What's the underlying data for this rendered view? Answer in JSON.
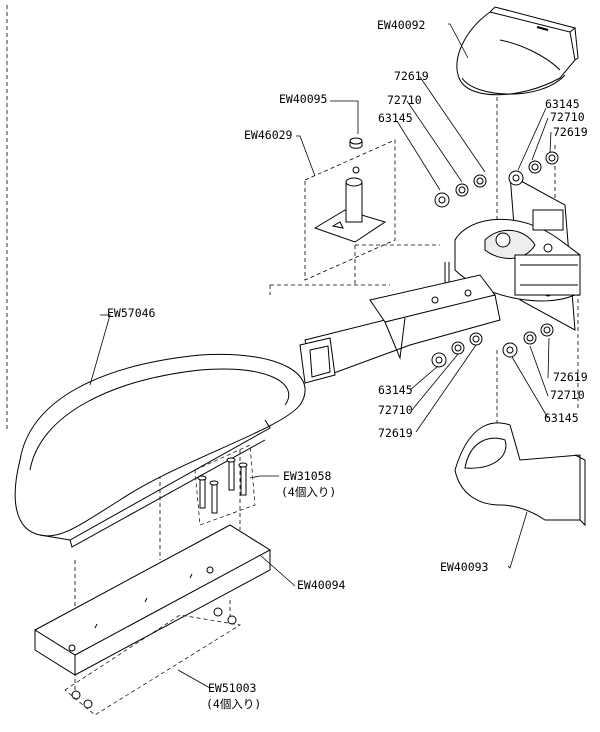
{
  "labels": {
    "ew40092": "EW40092",
    "ew40095": "EW40095",
    "ew46029": "EW46029",
    "n72619_top": "72619",
    "n72710_top": "72710",
    "n63145_top": "63145",
    "n63145_right": "63145",
    "n72710_right": "72710",
    "n72619_right": "72619",
    "ew57046": "EW57046",
    "n72619_lr": "72619",
    "n72710_lr": "72710",
    "n63145_lr": "63145",
    "n63145_bl": "63145",
    "n72710_bl": "72710",
    "n72619_bl": "72619",
    "ew31058": "EW31058",
    "ew31058_qty": "(4個入り)",
    "ew40094": "EW40094",
    "ew40093": "EW40093",
    "ew51003": "EW51003",
    "ew51003_qty": "(4個入り)"
  },
  "colors": {
    "line": "#000000",
    "face": "#ffffff",
    "shade": "#e6e6e6",
    "background": "#ffffff"
  }
}
